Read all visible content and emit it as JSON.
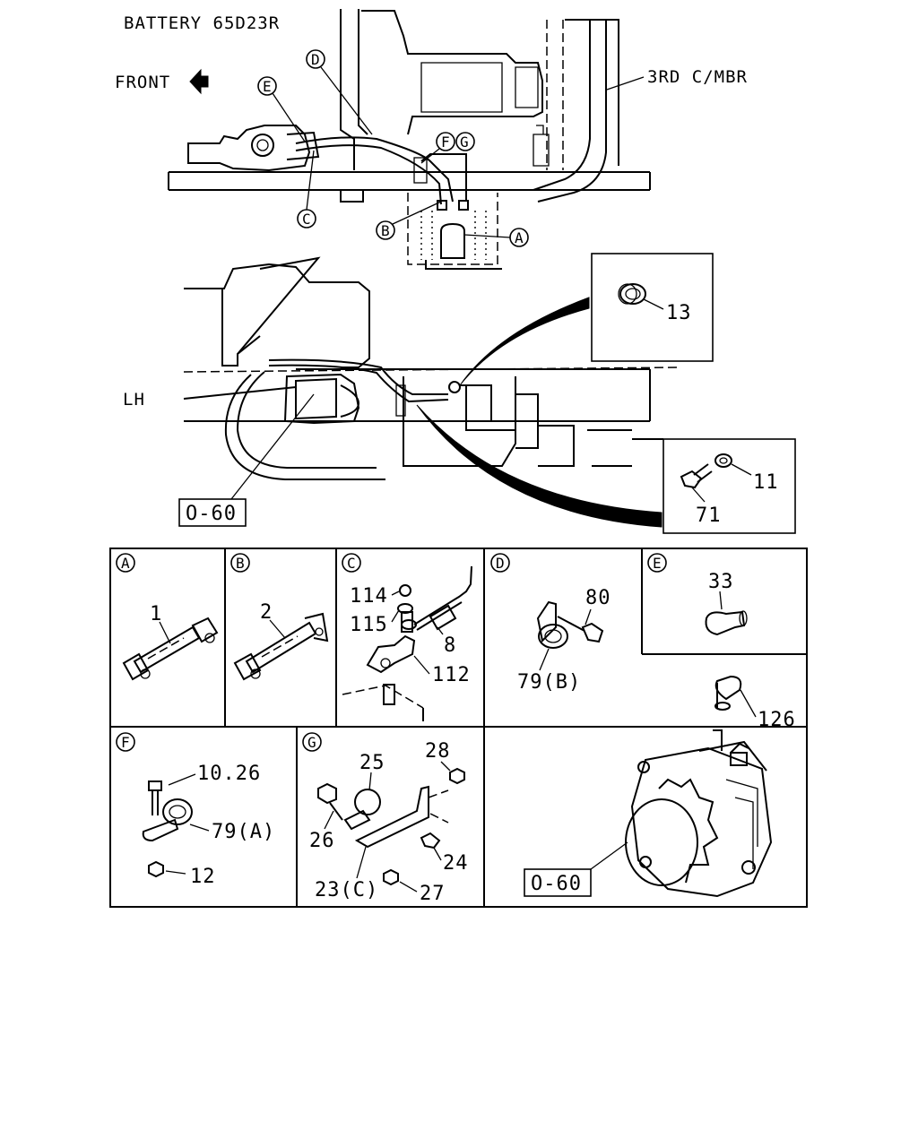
{
  "diagram": {
    "header": {
      "title": "BATTERY 65D23R",
      "front_label": "FRONT",
      "mbr_label": "3RD C/MBR",
      "side_label": "LH"
    },
    "main_callouts": {
      "a": "A",
      "b": "B",
      "c": "C",
      "d": "D",
      "e": "E",
      "f": "F",
      "g": "G"
    },
    "refs": {
      "main_ref": "O-60",
      "alternator_ref": "O-60"
    },
    "detail_13": {
      "part": "13"
    },
    "detail_11_71": {
      "p11": "11",
      "p71": "71"
    },
    "panels": {
      "a": {
        "tag": "A",
        "parts": {
          "p1": "1"
        }
      },
      "b": {
        "tag": "B",
        "parts": {
          "p2": "2"
        }
      },
      "c": {
        "tag": "C",
        "parts": {
          "p114": "114",
          "p115": "115",
          "p8": "8",
          "p112": "112"
        }
      },
      "d": {
        "tag": "D",
        "parts": {
          "p80": "80",
          "p79b": "79(B)"
        }
      },
      "e": {
        "tag": "E",
        "parts": {
          "p33": "33"
        }
      },
      "f": {
        "tag": "F",
        "parts": {
          "p1026": "10.26",
          "p79a": "79(A)",
          "p12": "12"
        }
      },
      "g": {
        "tag": "G",
        "parts": {
          "p28": "28",
          "p25": "25",
          "p26": "26",
          "p24": "24",
          "p23c": "23(C)",
          "p27": "27"
        }
      },
      "alt": {
        "parts": {
          "p126": "126"
        }
      }
    }
  }
}
